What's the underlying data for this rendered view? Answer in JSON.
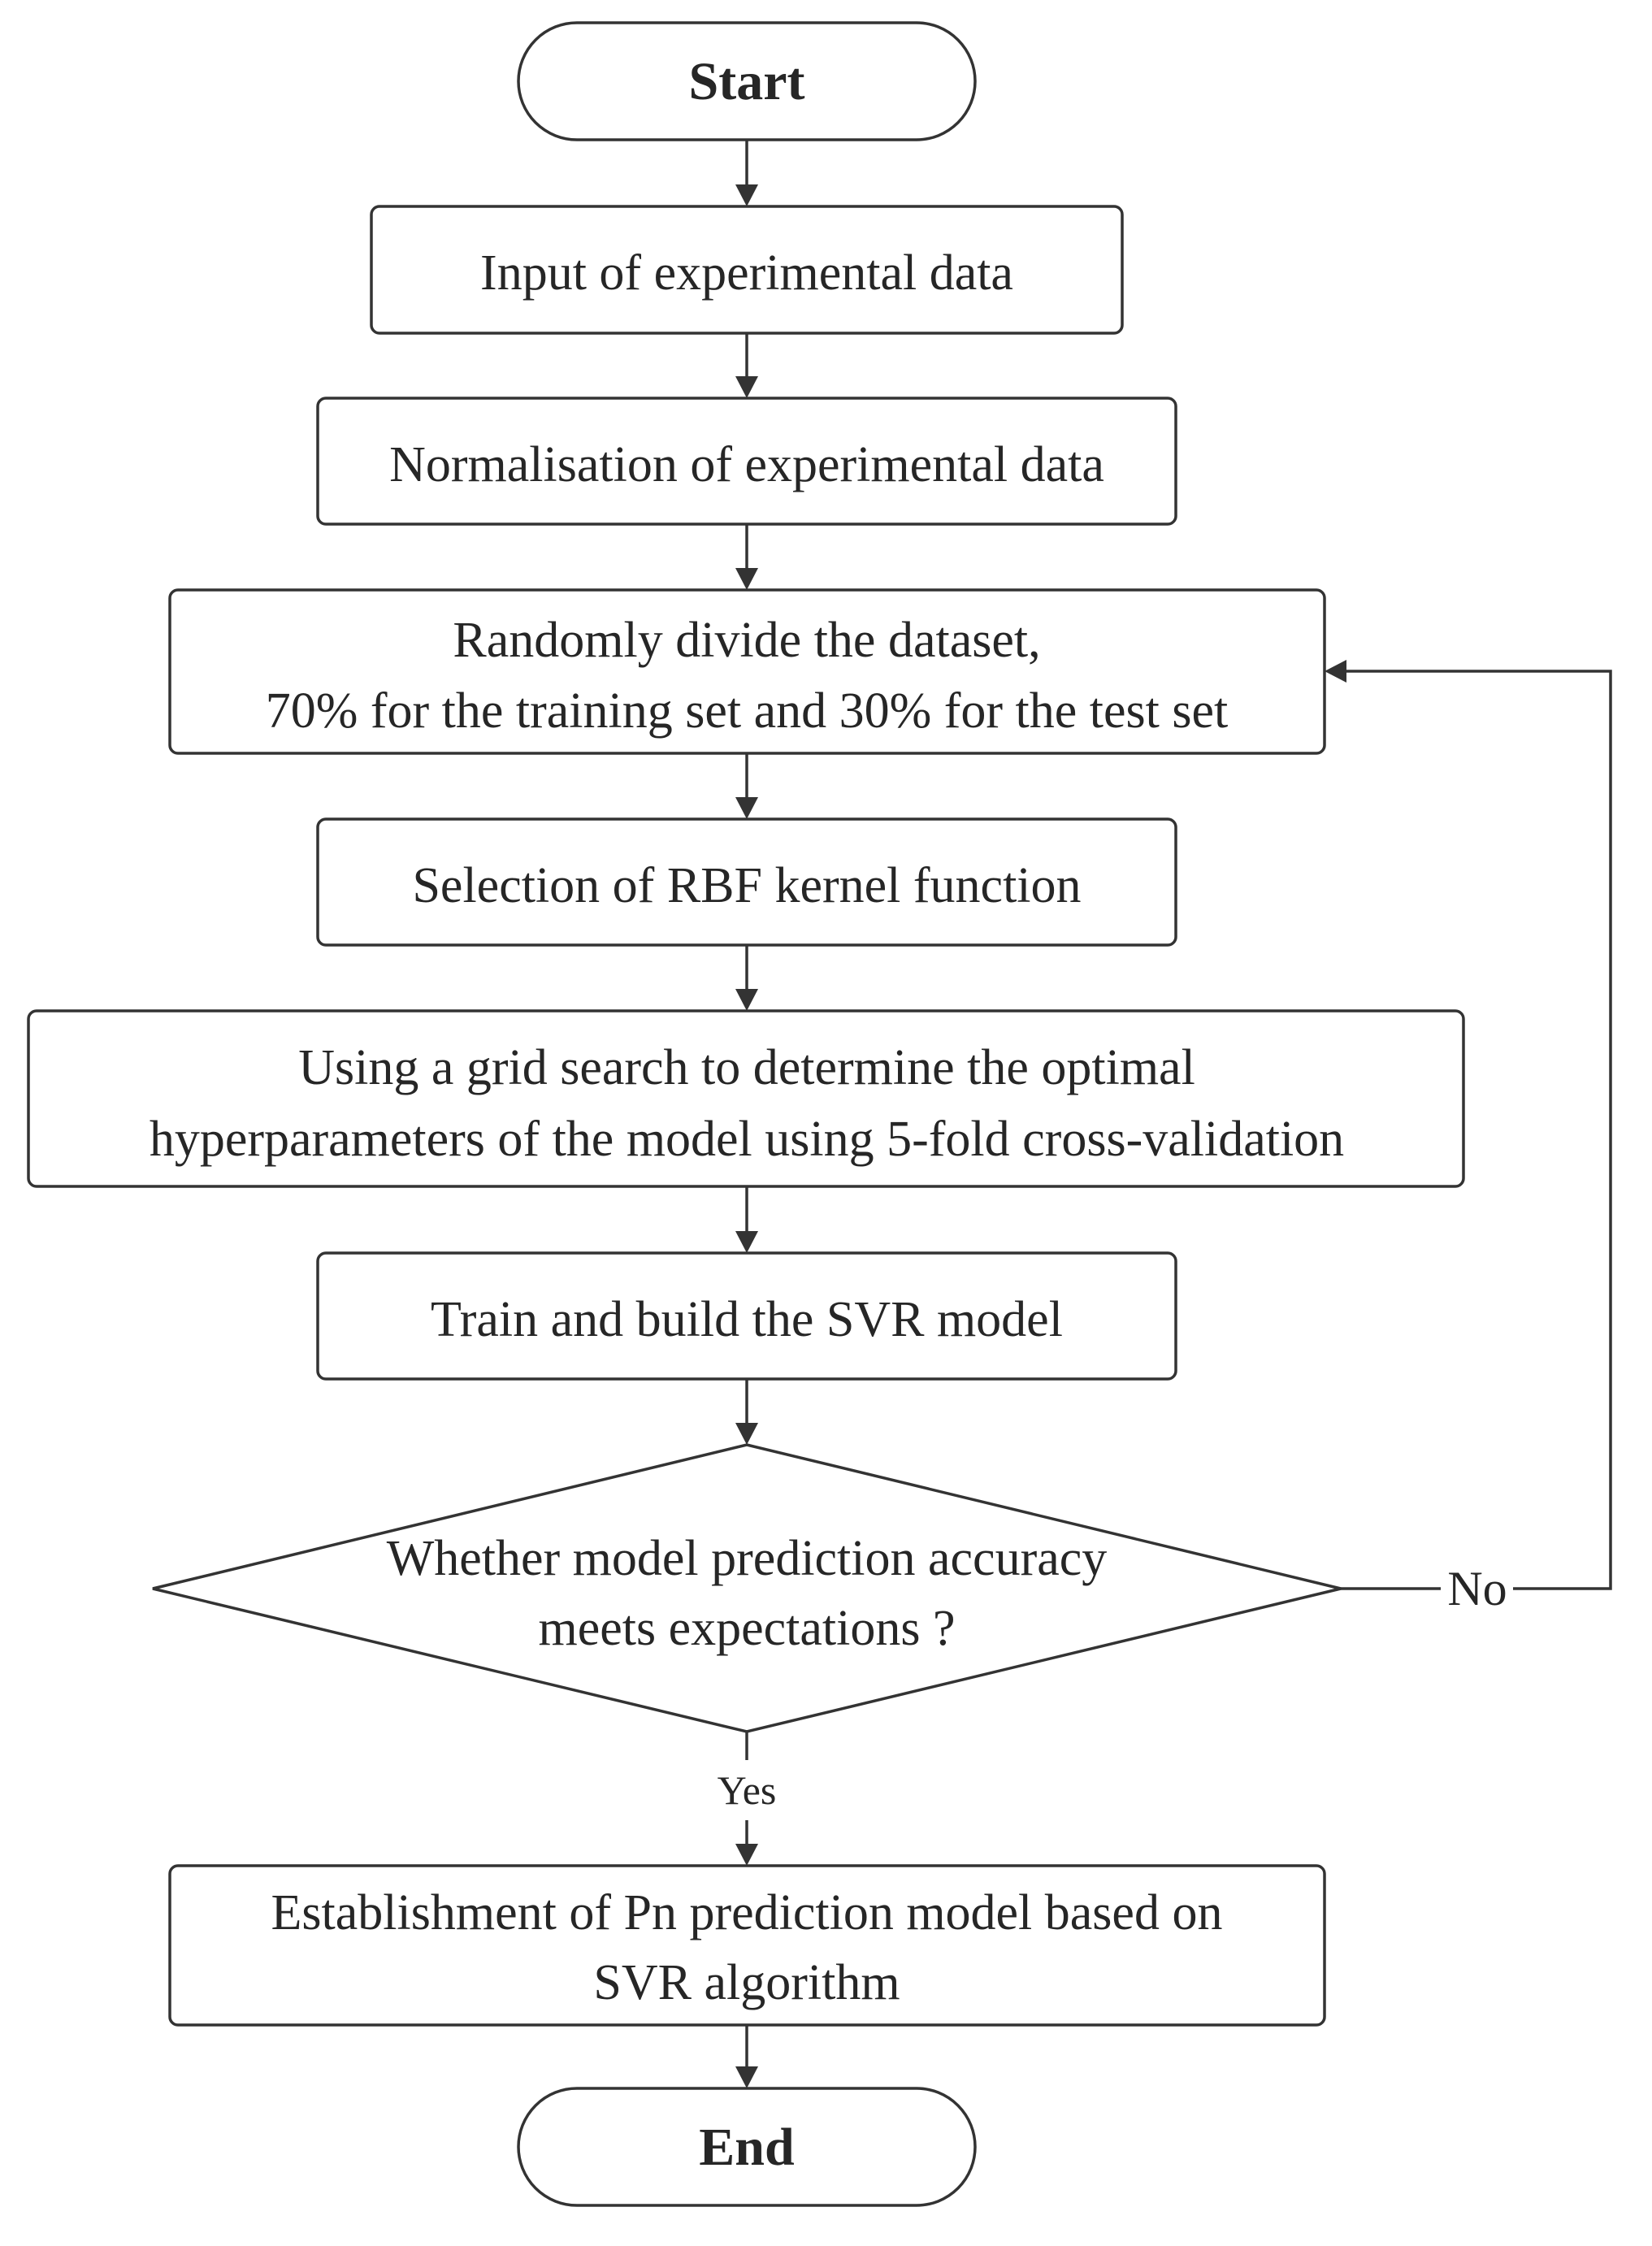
{
  "flowchart": {
    "nodes": [
      {
        "id": "start",
        "type": "terminal",
        "lines": [
          "Start"
        ]
      },
      {
        "id": "input",
        "type": "process",
        "lines": [
          "Input of experimental data"
        ]
      },
      {
        "id": "normalise",
        "type": "process",
        "lines": [
          "Normalisation of experimental data"
        ]
      },
      {
        "id": "divide",
        "type": "process",
        "lines": [
          "Randomly divide the dataset,",
          "70% for the training set and 30% for the test set"
        ]
      },
      {
        "id": "kernel",
        "type": "process",
        "lines": [
          "Selection of RBF kernel function"
        ]
      },
      {
        "id": "grid",
        "type": "process",
        "lines": [
          "Using a grid search to determine the optimal",
          "hyperparameters of the model using 5-fold cross-validation"
        ]
      },
      {
        "id": "train",
        "type": "process",
        "lines": [
          "Train and build the SVR model"
        ]
      },
      {
        "id": "decision",
        "type": "decision",
        "lines": [
          "Whether model prediction accuracy",
          "meets expectations ?"
        ]
      },
      {
        "id": "establish",
        "type": "process",
        "lines": [
          "Establishment of Pn prediction model based on",
          "SVR algorithm"
        ]
      },
      {
        "id": "end",
        "type": "terminal",
        "lines": [
          "End"
        ]
      }
    ],
    "edges": [
      {
        "from": "start",
        "to": "input",
        "label": ""
      },
      {
        "from": "input",
        "to": "normalise",
        "label": ""
      },
      {
        "from": "normalise",
        "to": "divide",
        "label": ""
      },
      {
        "from": "divide",
        "to": "kernel",
        "label": ""
      },
      {
        "from": "kernel",
        "to": "grid",
        "label": ""
      },
      {
        "from": "grid",
        "to": "train",
        "label": ""
      },
      {
        "from": "train",
        "to": "decision",
        "label": ""
      },
      {
        "from": "decision",
        "to": "establish",
        "label": "Yes"
      },
      {
        "from": "decision",
        "to": "divide",
        "label": "No"
      },
      {
        "from": "establish",
        "to": "end",
        "label": ""
      }
    ]
  }
}
